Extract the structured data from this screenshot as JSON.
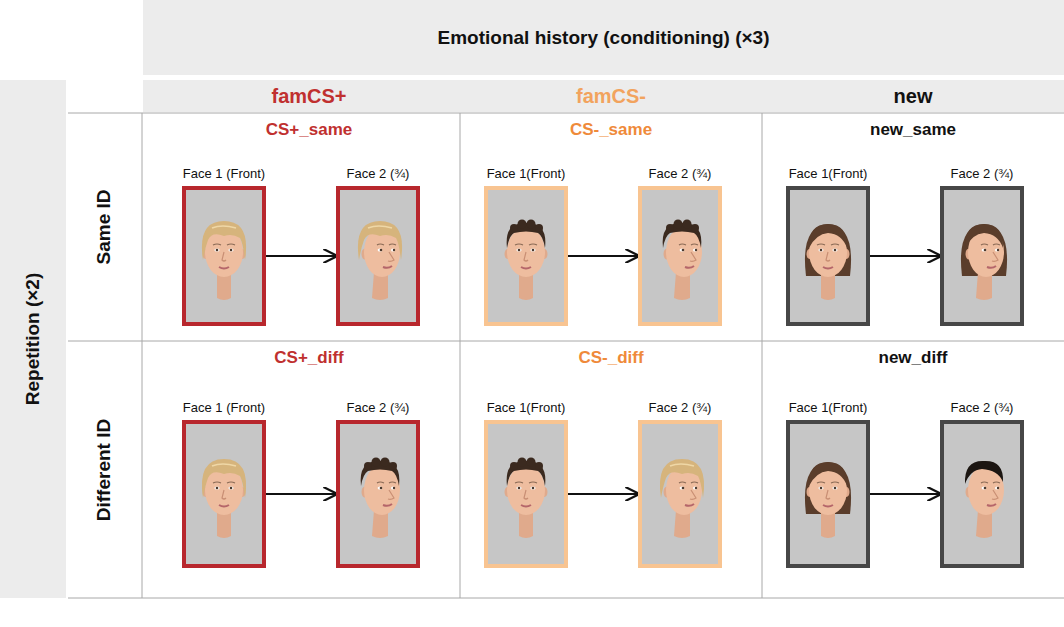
{
  "diagram": {
    "nodes": [
      {
        "text": [
          "Emotional history (conditioning) (×3)"
        ]
      },
      {
        "text": [
          "famCS+"
        ]
      },
      {
        "text": [
          "famCS-"
        ]
      },
      {
        "text": [
          "new"
        ]
      },
      {
        "text": [
          "Repetition (×2)"
        ]
      },
      {
        "text": [
          "Same ID"
        ]
      },
      {
        "text": [
          "CS+_same"
        ]
      },
      {
        "text": [
          "Face 1 (Front)"
        ],
        "in": 6
      },
      {
        "text": [
          "Face 2 (¾)"
        ],
        "in": 6
      },
      {
        "text": [
          "CS-_same"
        ]
      },
      {
        "text": [
          "Face 1(Front)"
        ],
        "in": 9
      },
      {
        "text": [
          "Face 2 (¾)"
        ],
        "in": 9
      },
      {
        "text": [
          "new_same"
        ]
      },
      {
        "text": [
          "Face 1(Front)"
        ],
        "in": 12
      },
      {
        "text": [
          "Face 2 (¾)"
        ],
        "in": 12
      },
      {
        "text": [
          "Different ID"
        ]
      },
      {
        "text": [
          "CS+_diff"
        ]
      },
      {
        "text": [
          "Face 1 (Front)"
        ],
        "in": 16
      },
      {
        "text": [
          "Face 2 (¾)"
        ],
        "in": 16
      },
      {
        "text": [
          "CS-_diff"
        ]
      },
      {
        "text": [
          "Face 1(Front)"
        ],
        "in": 19
      },
      {
        "text": [
          "Face 2 (¾)"
        ],
        "in": 19
      },
      {
        "text": [
          "new_diff"
        ]
      },
      {
        "text": [
          "Face 1(Front)"
        ],
        "in": 22
      },
      {
        "text": [
          "Face 2 (¾)"
        ],
        "in": 22
      }
    ],
    "edges": [
      {
        "from": 7,
        "to": 8,
        "arrow": "to"
      },
      {
        "from": 10,
        "to": 11,
        "arrow": "to"
      },
      {
        "from": 13,
        "to": 14,
        "arrow": "to"
      },
      {
        "from": 17,
        "to": 18,
        "arrow": "to"
      },
      {
        "from": 20,
        "to": 21,
        "arrow": "to"
      },
      {
        "from": 23,
        "to": 24,
        "arrow": "to"
      }
    ]
  }
}
